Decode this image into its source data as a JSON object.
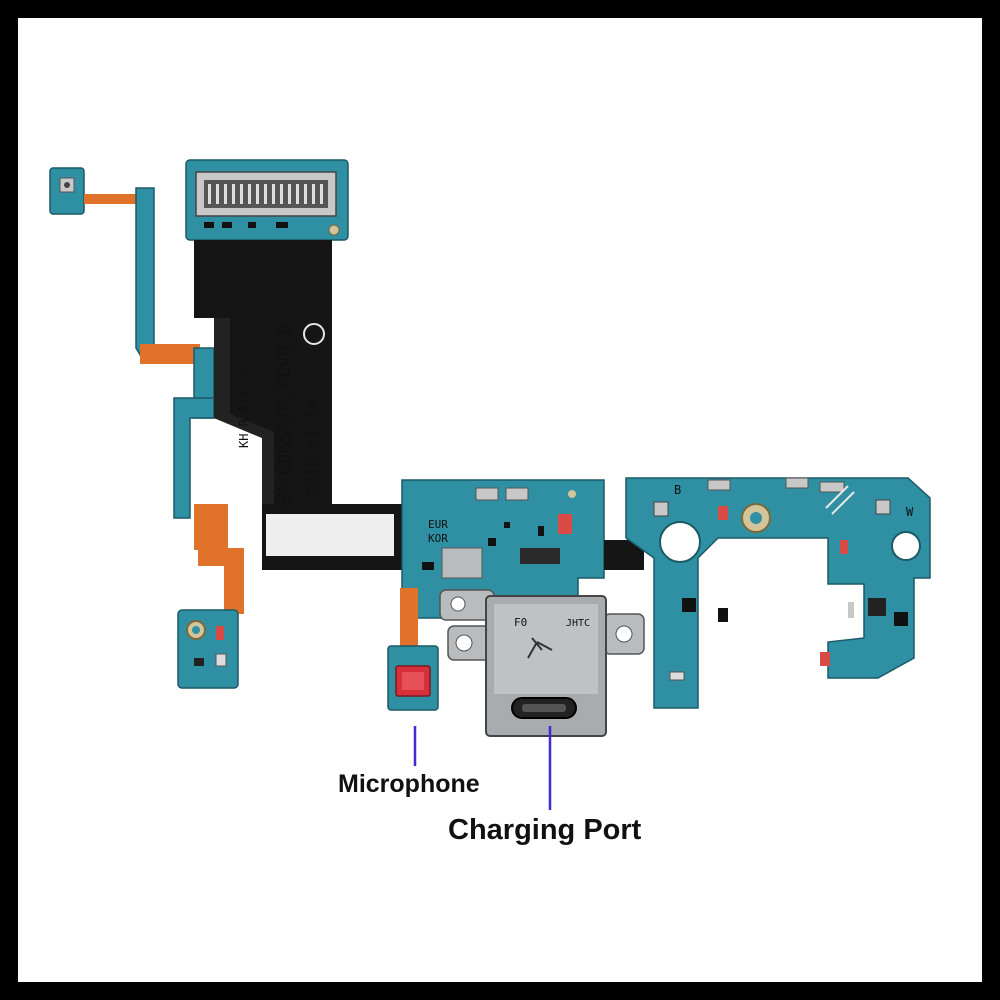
{
  "labels": {
    "microphone": "Microphone",
    "charging_port": "Charging Port"
  },
  "board_markings": {
    "model_line": "SM-G965F/N_REV0.8",
    "date_line": "2018.01.10",
    "batch_line": "KH R.I14 'S'",
    "region_1": "EUR",
    "region_2": "KOR",
    "letter_b": "B",
    "letter_w": "W",
    "port_mark_1": "F0",
    "port_mark_2": "JHTC"
  },
  "colors": {
    "frame_border": "#000000",
    "background": "#ffffff",
    "pcb_blue": "#2f8fa3",
    "pcb_dark": "#1f6f80",
    "flex_orange": "#e0722a",
    "flex_black": "#151515",
    "metal": "#b9bcbe",
    "callout_line": "#3c2bd6",
    "mic_red": "#d8303a"
  }
}
